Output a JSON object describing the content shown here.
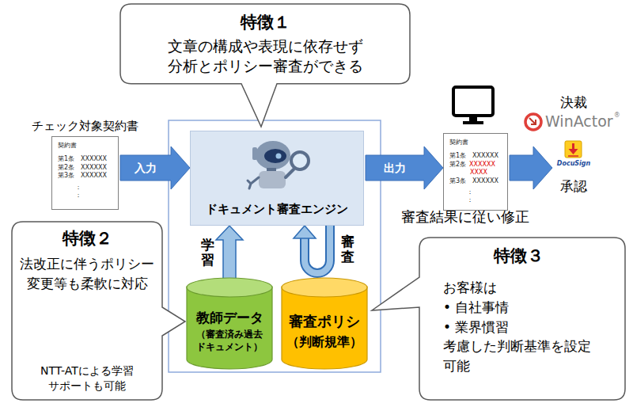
{
  "diagram": {
    "nodes": [
      {
        "text": [
          "特徴１",
          "文章の構成や表現に依存せず 分析とポリシー審査ができる"
        ]
      },
      {
        "text": [
          "チェック対象契約書",
          "契約書",
          "第1条　XXXXXX",
          "第2条　XXXXXX",
          "第3条　XXXXXX",
          "：",
          "："
        ]
      },
      {
        "text": [
          "ドキュメント審査エンジン"
        ]
      },
      {
        "text": [
          "契約書",
          "第1条　XXXXXX",
          "第2条",
          "XXXXXX",
          "XXXX",
          "第3条　XXXXXX",
          "：",
          "："
        ]
      },
      {
        "text": [
          "DocuSign",
          "承認"
        ]
      },
      {
        "text": [
          "特徴２",
          "法改正に伴うポリシー 変更等も柔軟に対応",
          "NTT-ATによる学習 サポートも可能"
        ]
      },
      {
        "text": [
          "教師データ",
          "（審査済み過去 ドキュメント）"
        ]
      },
      {
        "text": [
          "審査ポリシ",
          "（判断規準）"
        ]
      },
      {
        "text": [
          "特徴３",
          "お客様は",
          "• 自社事情",
          "• 業界慣習",
          "考慮した判断基準を設定可能"
        ]
      }
    ],
    "edges": [
      {
        "from": 1,
        "to": 2,
        "label": "入力",
        "arrow": "to"
      },
      {
        "from": 2,
        "to": 3,
        "label": "出力",
        "arrow": "to"
      },
      {
        "from": 3,
        "to": 4,
        "arrow": "to"
      },
      {
        "from": 6,
        "to": 2,
        "label": "学習",
        "arrow": "to"
      },
      {
        "from": 7,
        "to": 2,
        "label": "審査",
        "arrow": "to"
      }
    ],
    "labels": [
      "審査結果に従い修正",
      "決裁",
      "WinActor",
      "®"
    ]
  }
}
